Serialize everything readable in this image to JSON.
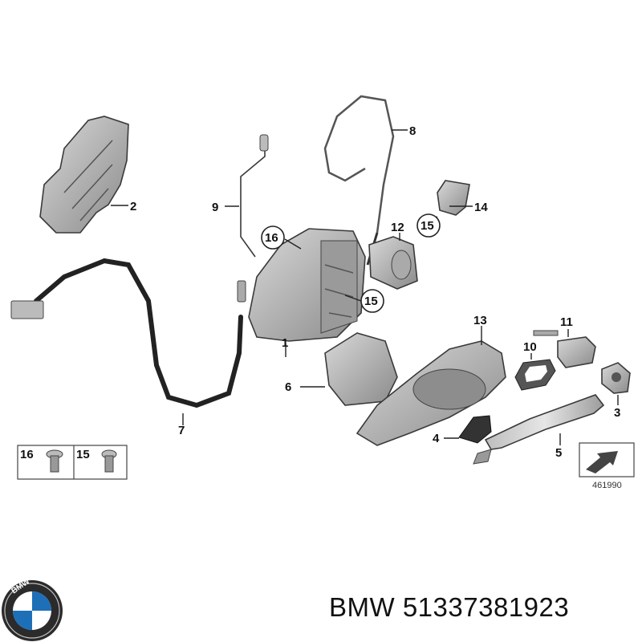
{
  "diagram": {
    "callouts": [
      {
        "id": "1",
        "label": "1"
      },
      {
        "id": "2",
        "label": "2"
      },
      {
        "id": "3",
        "label": "3"
      },
      {
        "id": "4",
        "label": "4"
      },
      {
        "id": "5",
        "label": "5"
      },
      {
        "id": "6",
        "label": "6"
      },
      {
        "id": "7",
        "label": "7"
      },
      {
        "id": "8",
        "label": "8"
      },
      {
        "id": "9",
        "label": "9"
      },
      {
        "id": "10",
        "label": "10"
      },
      {
        "id": "11",
        "label": "11"
      },
      {
        "id": "12",
        "label": "12"
      },
      {
        "id": "13",
        "label": "13"
      },
      {
        "id": "14",
        "label": "14"
      },
      {
        "id": "15a",
        "label": "15"
      },
      {
        "id": "15b",
        "label": "15"
      },
      {
        "id": "16",
        "label": "16"
      }
    ],
    "legend": {
      "left_label": "16",
      "right_label": "15"
    },
    "reference_number": "461990"
  },
  "branding": {
    "brand": "BMW",
    "part_number": "51337381923",
    "logo_text": "BMW"
  }
}
